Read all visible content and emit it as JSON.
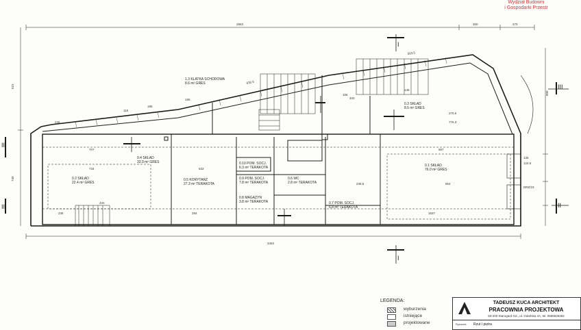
{
  "stamp": {
    "line1": "Wydział Budowni",
    "line2": "i Gospodarki Przestr"
  },
  "dimensions": {
    "top_total": "2863",
    "top_mid": "300",
    "top_right": "270",
    "bottom_total": "3463",
    "left_upper": "515",
    "left_lower": "740",
    "diag_1": "563.5",
    "diag_2": "630.5",
    "row1_a": "246",
    "row1_b": "115",
    "row1_c": "195",
    "row1_d": "185",
    "row1_e": "106",
    "row1_f": "148",
    "mid_a": "707",
    "mid_b": "734",
    "mid_c": "532",
    "mid_d": "657",
    "mid_e": "400",
    "mid_f": "270.5",
    "mid_g": "776.3",
    "low_a": "420",
    "low_b": "236",
    "low_c": "284",
    "low_d": "1537",
    "low_e": "236.5",
    "low_f": "854",
    "right_a": "800",
    "right_b": "135",
    "right_c": "124.5",
    "right_d": "DRZ/23"
  },
  "rooms": [
    {
      "label": "1.3 KLATKA SCHODOWA",
      "sub": "8.6 m² GRES"
    },
    {
      "label": "0.3 SKŁAD",
      "sub": "8.5 m² GRES"
    },
    {
      "label": "0.4 SKŁAD",
      "sub": "33.9 m² GRES"
    },
    {
      "label": "0.1 SKŁAD",
      "sub": "76.0 m² GRES"
    },
    {
      "label": "0.2 SKŁAD",
      "sub": "22.4 m² GRES"
    },
    {
      "label": "0.5 KORYTARZ",
      "sub": "27.3 m² TERAKOTA"
    },
    {
      "label": "0.9 POM. SOCJ.",
      "sub": "7.8 m² TERAKOTA"
    },
    {
      "label": "0.6 WC",
      "sub": "2.8 m² TERAKOTA"
    },
    {
      "label": "0.10 POM. SOCJ.",
      "sub": "6.3 m² TERAKOTA"
    },
    {
      "label": "0.8 MAGAZYN",
      "sub": "3.8 m² TERAKOTA"
    },
    {
      "label": "0.7 POM. SOCJ.",
      "sub": "6.8 m² TERAKOTA"
    }
  ],
  "sections": {
    "s1": "I",
    "s2": "II",
    "s3": "III"
  },
  "legend": {
    "title": "LEGENDA:",
    "items": [
      "wyburzenia",
      "istniejące",
      "projektowane"
    ]
  },
  "titleblock": {
    "name": "TADEUSZ KUCA ARCHITEKT",
    "studio": "PRACOWNIA PROJEKTOWA",
    "address": "83-200 Starogard Gd., ul. Gdańska 4A, tel. 0585626282",
    "sheet_label": "Rzut I piętra",
    "field_label": "Rysunek"
  },
  "colors": {
    "ink": "#1a1a1a",
    "stamp": "#dd3333",
    "paper": "#fdfdfb"
  }
}
